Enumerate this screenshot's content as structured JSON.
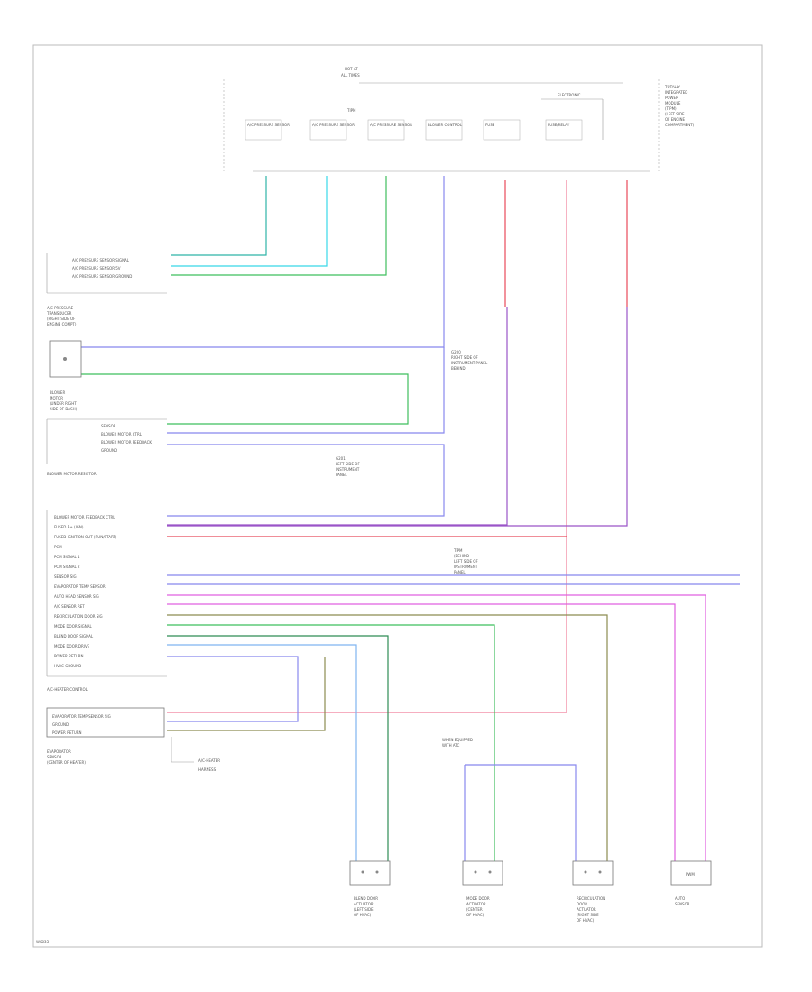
{
  "diagram": {
    "hvac_relay_center": [
      "HOT AT",
      "ALL TIMES"
    ],
    "electronic_label": "ELECTRONIC",
    "module_callout": [
      "TOTALLY",
      "INTEGRATED",
      "POWER",
      "MODULE",
      "(TIPM)",
      "(LEFT SIDE",
      "OF ENGINE",
      "COMPARTMENT)"
    ],
    "tipm_label": "TIPM",
    "tipm_columns": [
      "A/C PRESSURE SENSOR",
      "A/C PRESSURE SENSOR",
      "A/C PRESSURE SENSOR",
      "BLOWER CONTROL",
      "FUSE",
      "FUSE/RELAY"
    ],
    "pressure_sensor_labels": [
      "A/C PRESSURE SENSOR SIGNAL",
      "A/C PRESSURE SENSOR 5V",
      "A/C PRESSURE SENSOR GROUND"
    ],
    "pressure_sensor_caption": [
      "A/C PRESSURE",
      "TRANSDUCER",
      "(RIGHT SIDE OF",
      "ENGINE COMPT)"
    ],
    "blower_motor_caption": [
      "BLOWER",
      "MOTOR",
      "(UNDER RIGHT",
      "SIDE OF DASH)"
    ],
    "blower_resistor_caption": "BLOWER MOTOR RESISTOR",
    "blower_resistor_pins": [
      "SENSOR",
      "BLOWER MOTOR CTRL",
      "BLOWER MOTOR FEEDBACK",
      "GROUND"
    ],
    "ground_note": [
      "G201",
      "LEFT SIDE OF",
      "INSTRUMENT",
      "PANEL"
    ],
    "ground_note_right": [
      "G200",
      "RIGHT SIDE OF",
      "INSTRUMENT PANEL",
      "BEHIND"
    ],
    "hvac_control_pins": [
      "BLOWER MOTOR FEEDBACK CTRL",
      "FUSED B+ (IGN)",
      "FUSED IGNITION OUT (RUN/START)",
      "PCM",
      "PCM SIGNAL 1",
      "PCM SIGNAL 2",
      "SENSOR SIG",
      "EVAPORATOR TEMP SENSOR",
      "AUTO HEAD SENSOR SIG",
      "A/C SENSOR RET",
      "RECIRCULATION DOOR SIG",
      "MODE DOOR SIGNAL",
      "BLEND DOOR SIGNAL",
      "MODE DOOR DRIVE",
      "POWER RETURN",
      "HVAC GROUND"
    ],
    "hvac_control_caption": "A/C-HEATER CONTROL",
    "evap_caption": [
      "EVAPORATOR",
      "SENSOR",
      "(CENTER OF HEATER)"
    ],
    "evap_pins": [
      "EVAPORATOR TEMP SENSOR SIG",
      "GROUND",
      "POWER RETURN"
    ],
    "evap_note": [
      "A/C-HEATER",
      "HARNESS"
    ],
    "tipm_note": [
      "TIPM",
      "(BEHIND",
      "LEFT SIDE OF",
      "INSTRUMENT",
      "PANEL)"
    ],
    "actuator_note": [
      "WHEN EQUIPPED",
      "WITH ATC"
    ],
    "actuators": [
      {
        "caption": [
          "BLEND DOOR",
          "ACTUATOR",
          "(LEFT SIDE",
          "OF HVAC)"
        ]
      },
      {
        "caption": [
          "MODE DOOR",
          "ACTUATOR",
          "(CENTER",
          "OF HVAC)"
        ]
      },
      {
        "caption": [
          "RECIRCULATION",
          "DOOR",
          "ACTUATOR",
          "(RIGHT SIDE",
          "OF HVAC)"
        ]
      },
      {
        "caption": [
          "AUTO",
          "SENSOR"
        ],
        "box_label": "PWM"
      }
    ],
    "footer_code": "W0035"
  },
  "colors": {
    "teal": "#2fb3a8",
    "cyan": "#38d8e8",
    "green": "#3fbf5e",
    "blue": "#8888ee",
    "red": "#e84a5a",
    "pink": "#f07e9a",
    "violet": "#9a55c8",
    "magenta": "#e060e0",
    "olive": "#8c8c50",
    "lightblue": "#7fb5f0",
    "darkgreen": "#2e8c55"
  }
}
